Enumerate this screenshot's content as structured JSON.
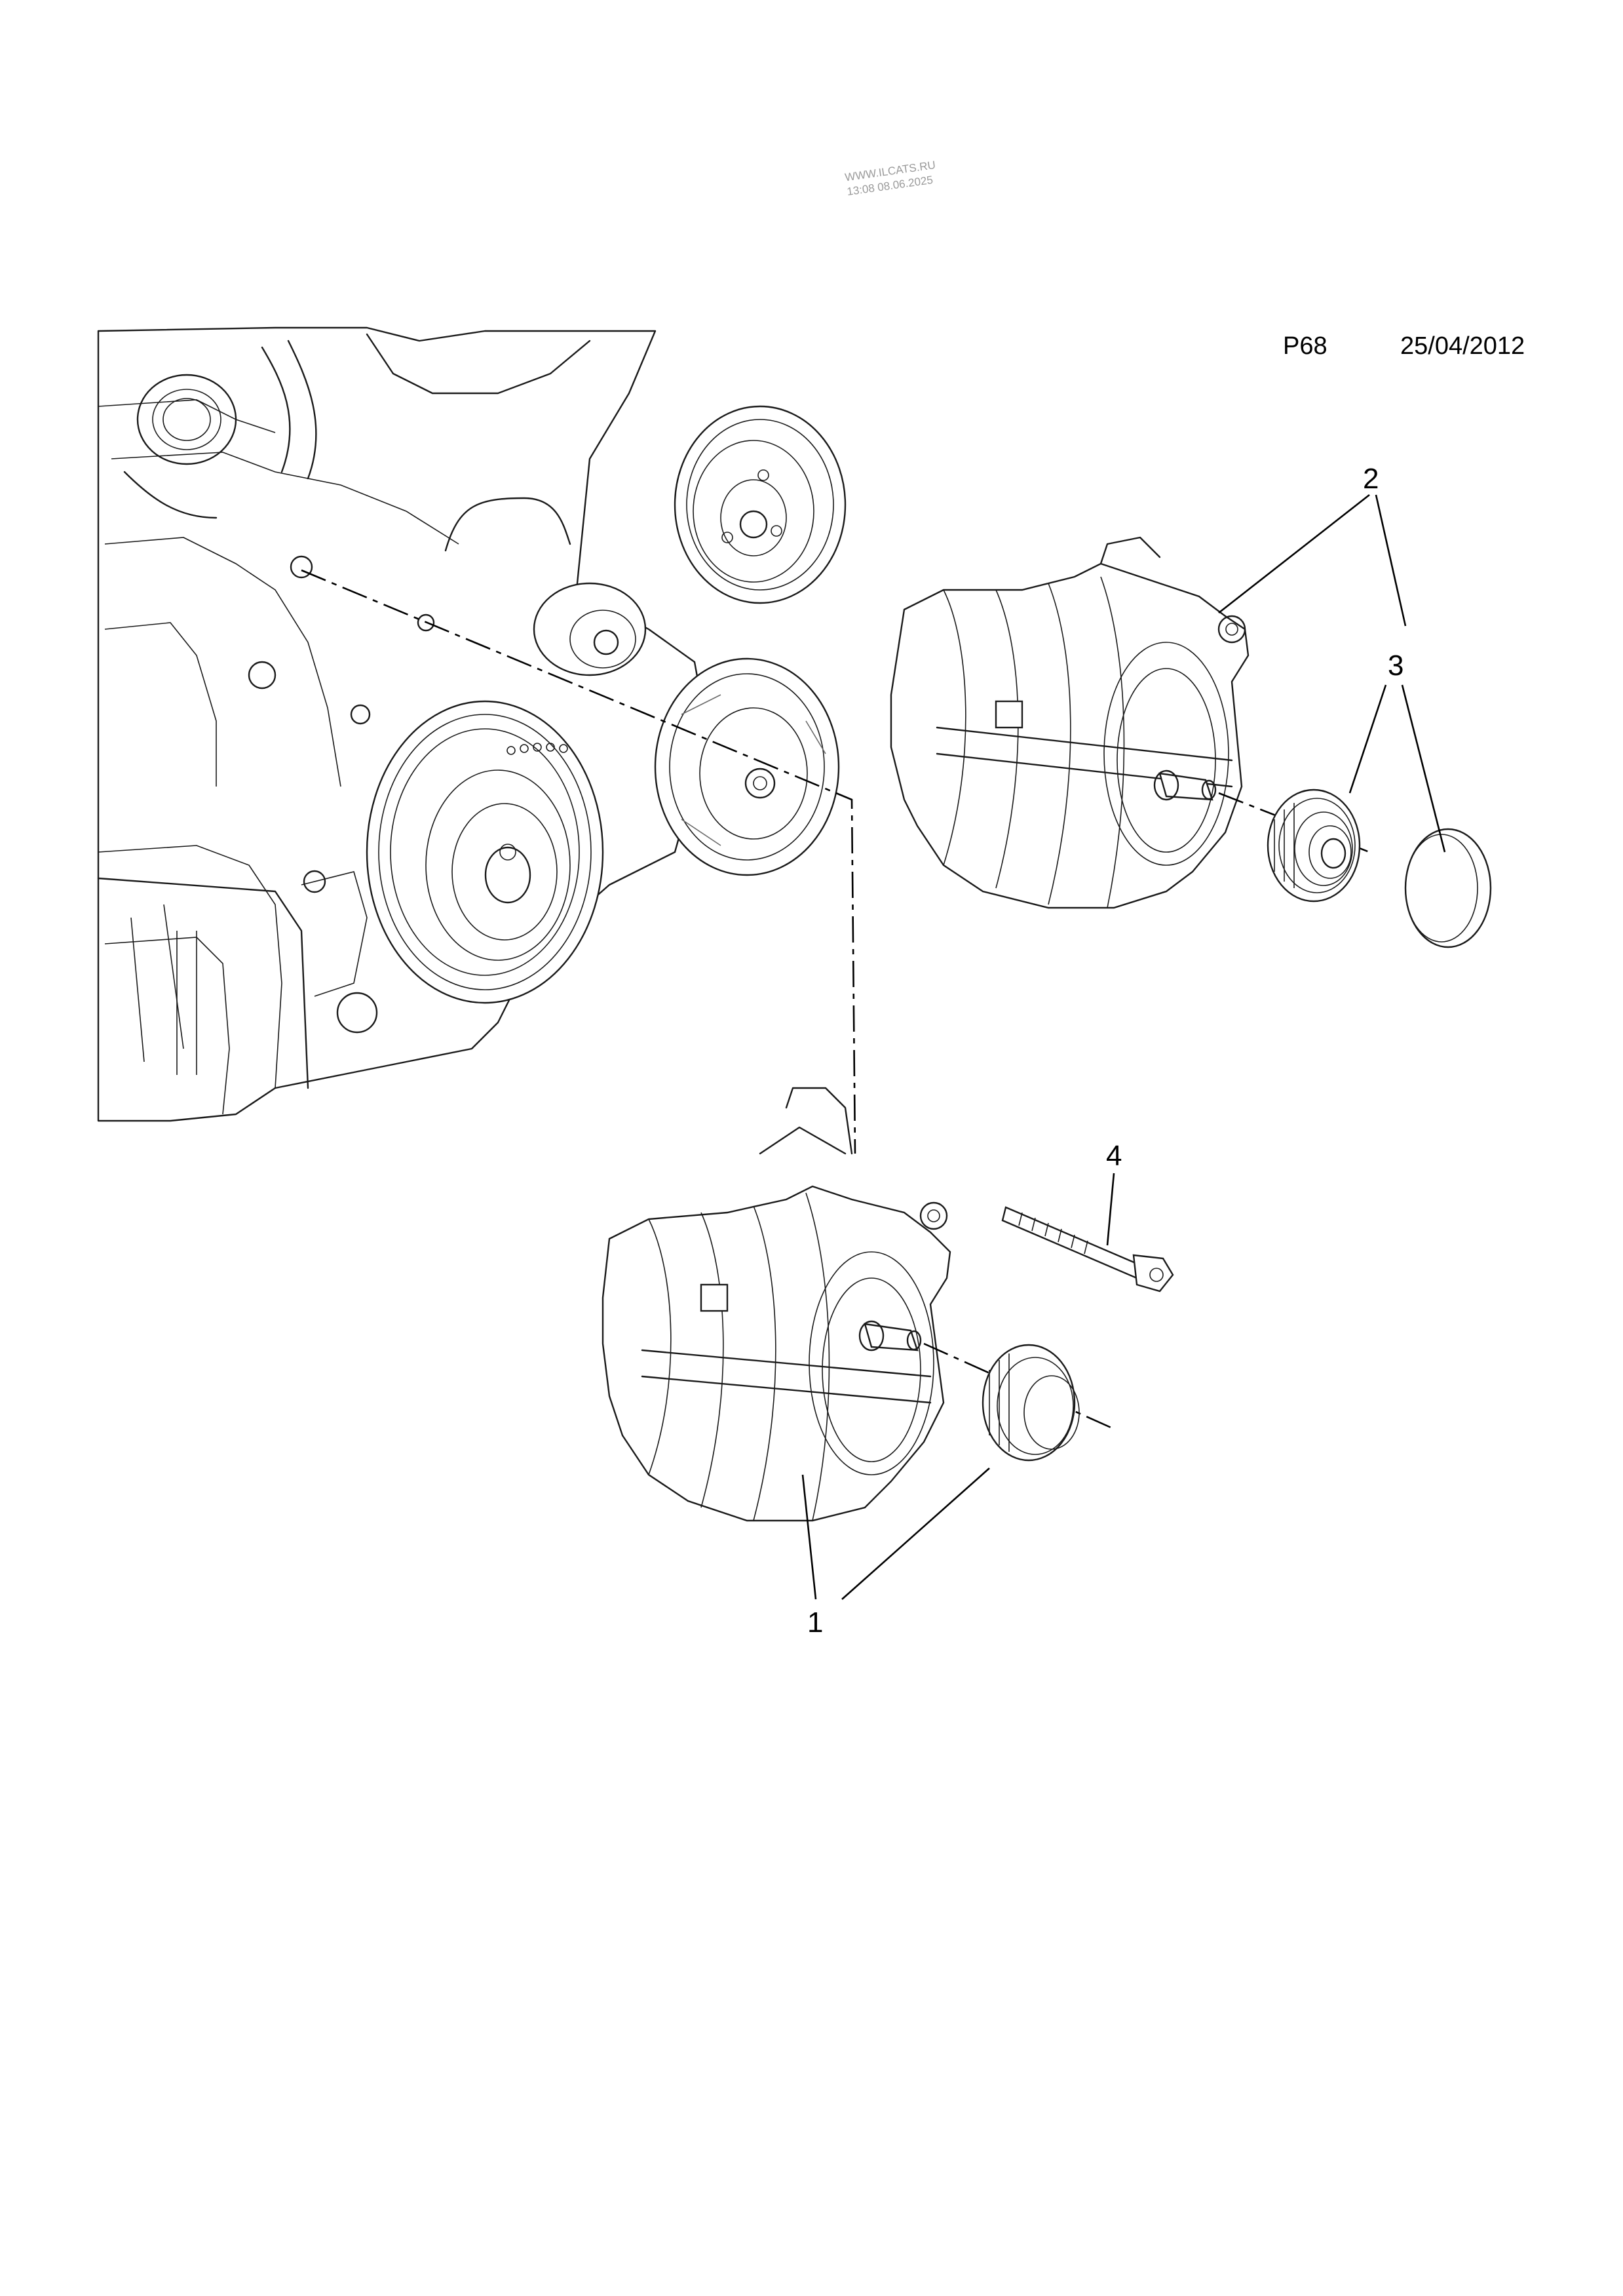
{
  "header": {
    "page_code": "P68",
    "date": "25/04/2012"
  },
  "watermark": {
    "line1": "WWW.ILCATS.RU",
    "line2": "13:08 08.06.2025"
  },
  "callouts": [
    {
      "id": "1",
      "label": "1"
    },
    {
      "id": "2",
      "label": "2"
    },
    {
      "id": "3",
      "label": "3"
    },
    {
      "id": "4",
      "label": "4"
    }
  ],
  "parts": [
    {
      "callout": "1",
      "icon": "alternator-icon",
      "extra_icon": "pulley-icon"
    },
    {
      "callout": "2",
      "icon": "alternator-icon"
    },
    {
      "callout": "3",
      "icon": "pulley-icon",
      "extra_icon": "cap-icon"
    },
    {
      "callout": "4",
      "icon": "bolt-icon"
    }
  ],
  "colors": {
    "ink": "#000000",
    "line": "#1a1a1a",
    "watermark": "#9a9a9a",
    "paper": "#ffffff"
  }
}
